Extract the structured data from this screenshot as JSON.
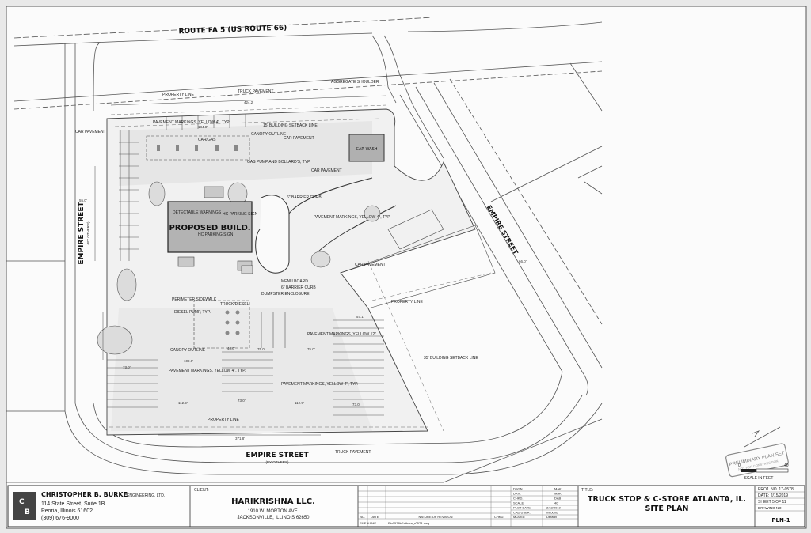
{
  "plan": {
    "road_top": "ROUTE FA 5 (US ROUTE 66)",
    "street_left": "EMPIRE STREET",
    "street_left_sub": "(BY OTHERS)",
    "street_bottom": "EMPIRE STREET",
    "street_bottom_sub": "(BY OTHERS)",
    "street_right": "EMPIRE STREET",
    "building": "PROPOSED BUILD.",
    "car_wash": "CAR WASH",
    "labels": {
      "property_line_top": "PROPERTY LINE",
      "truck_pavement_top": "TRUCK PAVEMENT",
      "aggregate_shoulder": "AGGREGATE SHOULDER",
      "car_pavement_left": "CAR PAVEMENT",
      "pavement_markings_1": "PAVEMENT MARKINGS, YELLOW 4\", TYP.",
      "building_setback_top": "15' BUILDING SETBACK LINE",
      "canopy_outline_1": "CANOPY OUTLINE",
      "car_pavement_1": "CAR PAVEMENT",
      "gas_pump": "GAS PUMP AND BOLLARD'S, TYP.",
      "car_gas": "CAR/GAS",
      "car_pavement_2": "CAR PAVEMENT",
      "barrier_curb_1": "6\" BARRIER CURB",
      "pavement_markings_2": "PAVEMENT MARKINGS, YELLOW 4\", TYP.",
      "detectable_warnings": "DETECTABLE WARNINGS",
      "hc_parking_1": "HC PARKING SIGN",
      "hc_parking_2": "HC PARKING SIGN",
      "car_pavement_3": "CAR PAVEMENT",
      "menu_board": "MENU BOARD",
      "barrier_curb_2": "6\" BARRIER CURB",
      "dumpster": "DUMPSTER ENCLOSURE",
      "perimeter_sidewalk": "PERIMETER SIDEWALK",
      "truck_diesel": "TRUCK/DIESEL",
      "diesel_pump": "DIESEL PUMP, TYP.",
      "canopy_outline_2": "CANOPY OUTLINE",
      "pavement_markings_3": "PAVEMENT MARKINGS, YELLOW 12\"",
      "property_line_mid": "PROPERTY LINE",
      "building_setback_right": "35' BUILDING SETBACK LINE",
      "pavement_markings_4": "PAVEMENT MARKINGS, YELLOW 4\", TYP.",
      "pavement_markings_5": "PAVEMENT MARKINGS, YELLOW 4\", TYP.",
      "property_line_bottom": "PROPERTY LINE",
      "truck_pavement_bottom": "TRUCK PAVEMENT"
    },
    "dims": {
      "d_424": "424.2'",
      "d_184": "184.0'",
      "d_55": "55.0'",
      "d_109": "109.8'",
      "d_75a": "75.0'",
      "d_75b": "75.0'",
      "d_73a": "73.0'",
      "d_73b": "73.0'",
      "d_73c": "73.0'",
      "d_1129a": "112.9'",
      "d_1129b": "112.9'",
      "d_3718": "371.8'",
      "d_571": "57.1'",
      "d_40": "40.0'",
      "d_660": "66.0'"
    },
    "stamp_line1": "PRELIMINARY PLAN SET",
    "stamp_line2": "NOT FOR CONSTRUCTION",
    "scale_left": "0",
    "scale_right": "40",
    "scale_label": "SCALE IN FEET"
  },
  "title_block": {
    "firm_name": "CHRISTOPHER B. BURKE",
    "firm_suffix": "ENGINEERING, LTD.",
    "firm_addr1": "114 State Street, Suite 1B",
    "firm_addr2": "Peoria, Illinois 61602",
    "firm_phone": "(309) 676-9000",
    "client_label": "CLIENT:",
    "client_name": "HARIKRISHNA LLC.",
    "client_addr1": "1910 W. MORTON AVE.",
    "client_addr2": "JACKSONVILLE, ILLINOIS 62650",
    "rev_no": "NO.",
    "rev_date": "DATE",
    "rev_nature": "NATURE OF REVISION",
    "rev_chkd": "CHKD.",
    "file_name_label": "FILE NAME",
    "file_name": "Pln0578bEnthorn_r0578-dwg",
    "meta_rows": [
      {
        "k": "DSGN.",
        "v": "MAK"
      },
      {
        "k": "DRN.",
        "v": "MAK"
      },
      {
        "k": "CHKD.",
        "v": "DAB"
      },
      {
        "k": "SCALE:",
        "v": "40'"
      },
      {
        "k": "PLOT DATE:",
        "v": "2/18/2019"
      },
      {
        "k": "CAD USER:",
        "v": "mkoontz"
      },
      {
        "k": "MODEL:",
        "v": "Default"
      }
    ],
    "title_label": "TITLE:",
    "title_1": "TRUCK STOP & C-STORE ATLANTA, IL.",
    "title_2": "SITE PLAN",
    "proj_no": "PROJ. NO. 17-0578",
    "date": "DATE: 2/15/2019",
    "sheet": "SHEET 5 OF 11",
    "drawing_no_label": "DRAWING NO.",
    "drawing_no": "PLN-1"
  }
}
